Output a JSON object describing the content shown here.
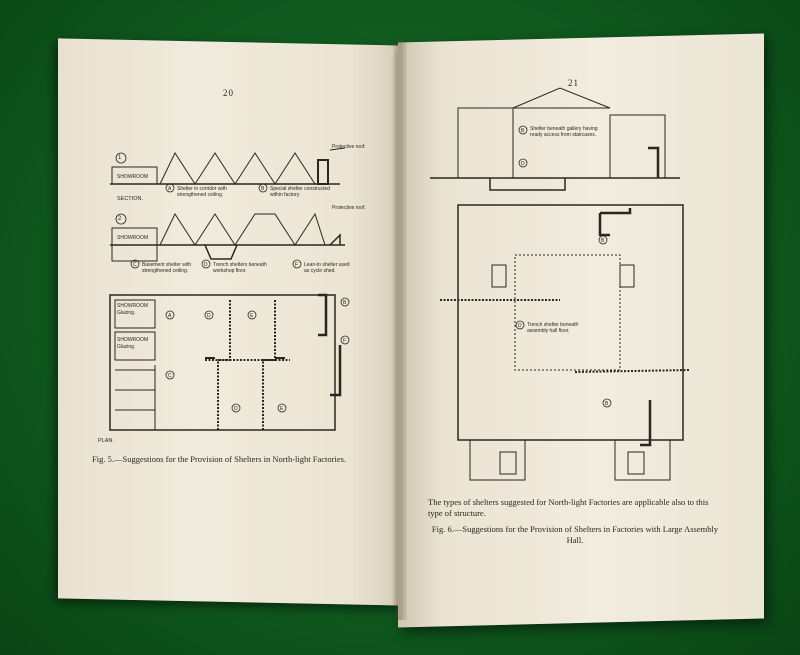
{
  "left_page": {
    "page_number": "20",
    "section_label": "SECTION.",
    "plan_label": "PLAN.",
    "diagram1_number": "1",
    "diagram2_number": "2",
    "showroom": "SHOWROOM",
    "protective_roof": "Protective roof.",
    "label_A": "Shelter in corridor with strengthened ceiling.",
    "label_B": "Special shelter constructed within factory.",
    "label_C": "Basement shelter with strengthened ceiling.",
    "label_D": "Trench shelters beneath workshop floor.",
    "label_F": "Lean-to shelter used as cycle shed.",
    "plan_showroom_1": "SHOWROOM",
    "plan_glazing_1": "Glazing.",
    "plan_showroom_2": "SHOWROOM",
    "plan_glazing_2": "Glazing.",
    "caption": "Fig. 5.—Suggestions for the Provision of Shelters in North-light Factories."
  },
  "right_page": {
    "page_number": "21",
    "label_B_gallery": "Shelter beneath gallery having ready access from staircases.",
    "label_D_trench": "Trench shelter beneath assembly hall floor.",
    "text_types": "The types of shelters suggested for North-light Factories are applicable also to this type of structure.",
    "caption": "Fig. 6.—Suggestions for the Provision of Shelters in Factories with Large Assembly Hall."
  },
  "letters": {
    "A": "A",
    "B": "B",
    "C": "C",
    "D": "D",
    "E": "E",
    "F": "F"
  }
}
